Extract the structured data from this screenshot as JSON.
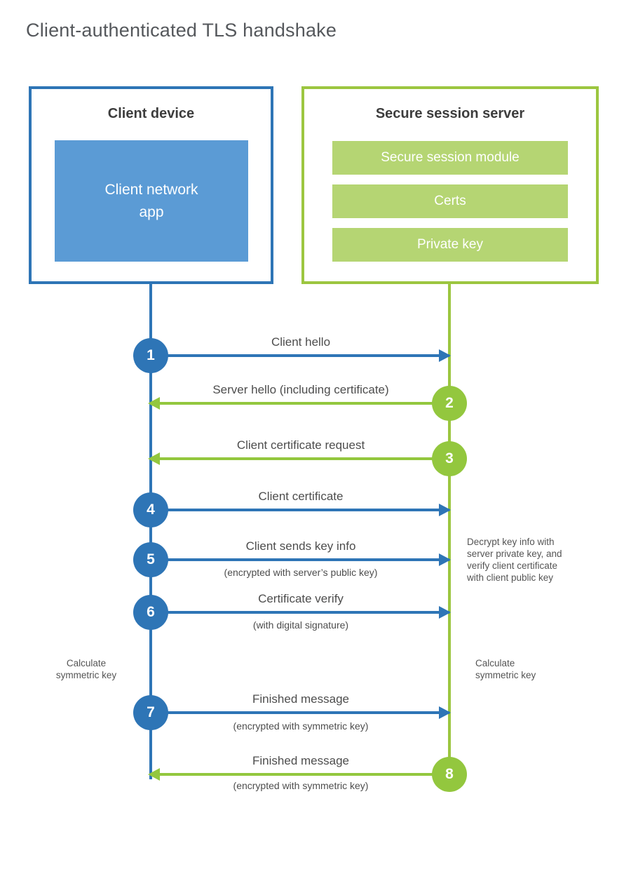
{
  "title": "Client-authenticated TLS handshake",
  "colors": {
    "blue_stroke": "#2e75b6",
    "blue_fill": "#5b9bd5",
    "green_stroke": "#9cc640",
    "green_circle": "#93c73e",
    "green_fill": "#b5d573",
    "label_text": "#4d4d4d"
  },
  "client_box": {
    "title": "Client device",
    "app_label": "Client network\napp"
  },
  "server_box": {
    "title": "Secure session server",
    "modules": [
      "Secure session module",
      "Certs",
      "Private key"
    ]
  },
  "messages": [
    {
      "num": "1",
      "direction": "right",
      "color": "blue",
      "label": "Client hello",
      "sub": ""
    },
    {
      "num": "2",
      "direction": "left",
      "color": "green",
      "label": "Server hello (including certificate)",
      "sub": ""
    },
    {
      "num": "3",
      "direction": "left",
      "color": "green",
      "label": "Client certificate request",
      "sub": ""
    },
    {
      "num": "4",
      "direction": "right",
      "color": "blue",
      "label": "Client certificate",
      "sub": ""
    },
    {
      "num": "5",
      "direction": "right",
      "color": "blue",
      "label": "Client sends key info",
      "sub": "(encrypted with server’s public key)"
    },
    {
      "num": "6",
      "direction": "right",
      "color": "blue",
      "label": "Certificate verify",
      "sub": "(with digital signature)"
    },
    {
      "num": "7",
      "direction": "right",
      "color": "blue",
      "label": "Finished message",
      "sub": "(encrypted with symmetric key)"
    },
    {
      "num": "8",
      "direction": "left",
      "color": "green",
      "label": "Finished message",
      "sub": "(encrypted with symmetric key)"
    }
  ],
  "annotations": {
    "decrypt_note": "Decrypt key info with\nserver private key, and\nverify client certificate\nwith client public key",
    "calc_left": "Calculate\nsymmetric key",
    "calc_right": "Calculate\nsymmetric key"
  }
}
